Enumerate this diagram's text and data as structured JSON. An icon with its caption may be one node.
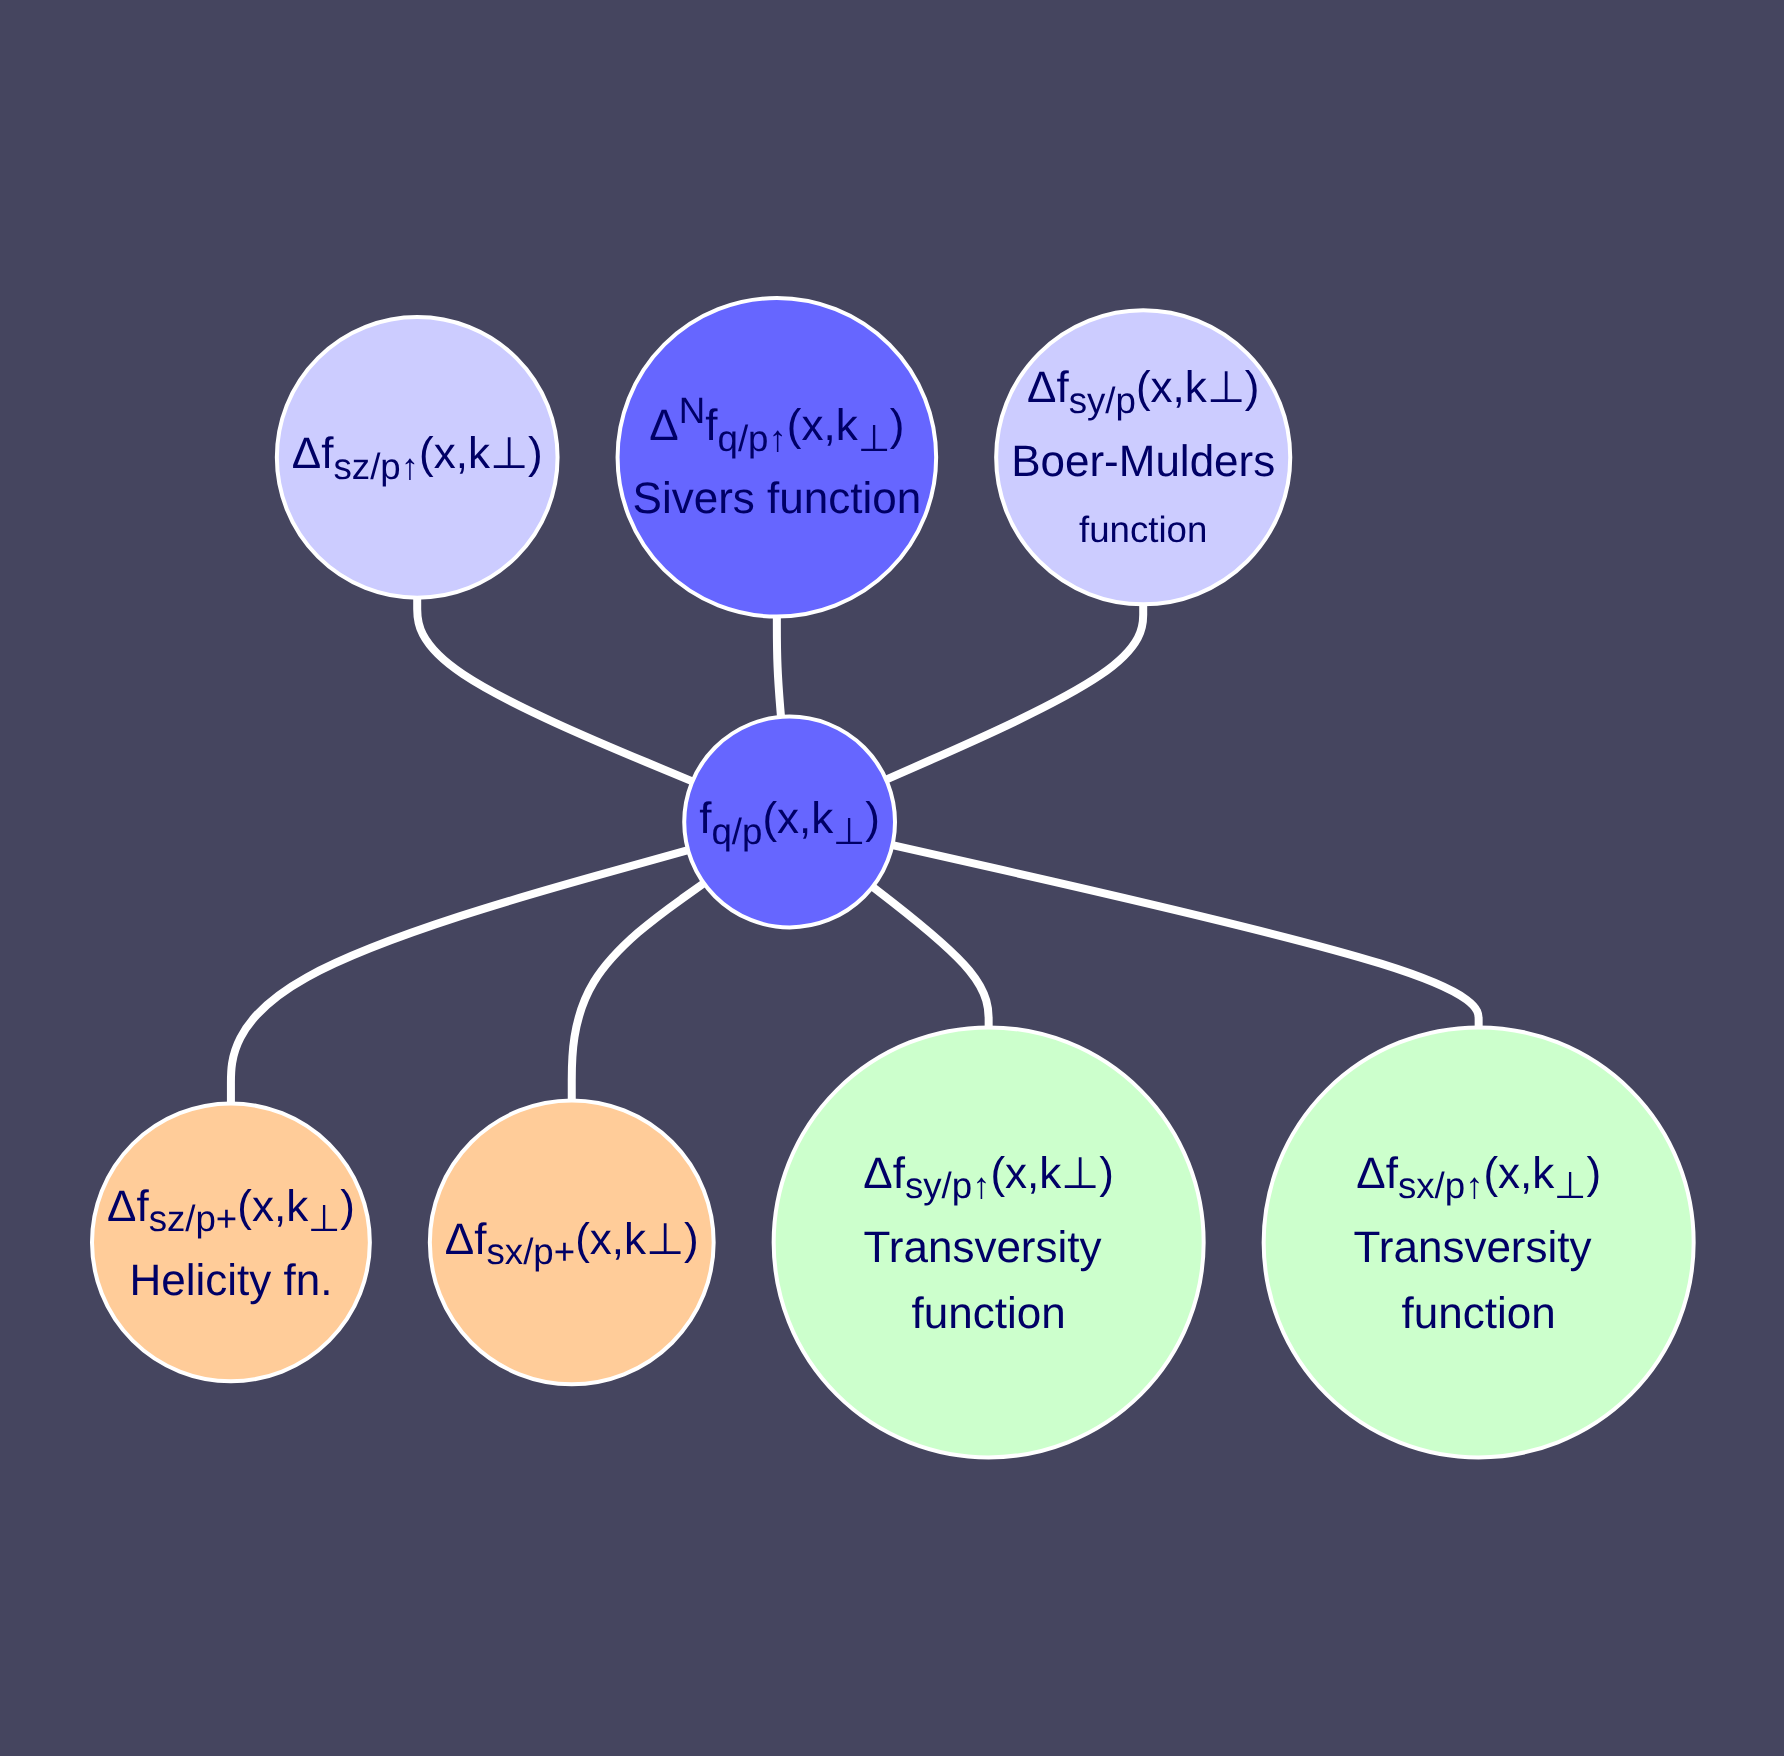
{
  "diagram": {
    "nodes": [
      {
        "text": [
          "Δ$^{N}$f$_{q/p↑}$(x,k$_{⊥}$)",
          "Sivers function"
        ]
      },
      {
        "text": [
          "Δf$_{sz/p↑}$(x,k⊥)"
        ]
      },
      {
        "text": [
          "Δf$_{sy/p}$(x,k⊥)",
          "Boer-Mulders",
          "function"
        ]
      },
      {
        "text": [
          "f$_{q/p}$(x,k$_{⊥}$)"
        ]
      },
      {
        "text": [
          "Δf$_{sz/p+}$(x,k$_{⊥}$)",
          "Helicity fn."
        ]
      },
      {
        "text": [
          "Δf$_{sx/p↑}$(x,k$_{⊥}$)",
          "Transversity function"
        ]
      },
      {
        "text": [
          "Δf$_{sx/p+}$(x,k⊥)"
        ]
      },
      {
        "text": [
          "Δf$_{sy/p↑}$(x,k⊥)",
          "Transversity function"
        ]
      }
    ],
    "edges": [
      {
        "from": 1,
        "to": 3,
        "arrow": "none"
      },
      {
        "from": 0,
        "to": 3,
        "arrow": "none"
      },
      {
        "from": 2,
        "to": 3,
        "arrow": "none"
      },
      {
        "from": 3,
        "to": 4,
        "arrow": "none"
      },
      {
        "from": 3,
        "to": 6,
        "arrow": "none"
      },
      {
        "from": 3,
        "to": 7,
        "arrow": "none"
      },
      {
        "from": 3,
        "to": 5,
        "arrow": "none"
      }
    ]
  }
}
